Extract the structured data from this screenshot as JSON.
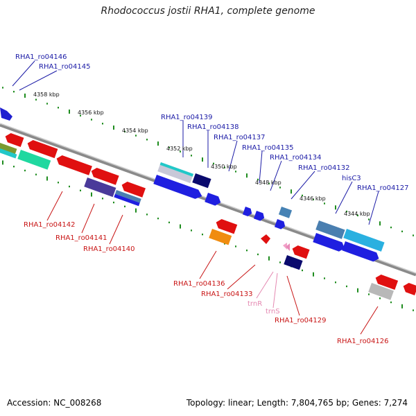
{
  "title": "Rhodococcus jostii RHA1, complete genome",
  "footer": {
    "accession": "Accession: NC_008268",
    "summary": "Topology: linear; Length: 7,804,765 bp; Genes: 7,274"
  },
  "colors": {
    "backbone": "#8a8a8a",
    "ticks": "#1e8c1e",
    "forward_label": "#1a1aa6",
    "reverse_label": "#c81414",
    "trna_label": "#e487b0"
  },
  "ticks": [
    "4358 kbp",
    "4356 kbp",
    "4354 kbp",
    "4352 kbp",
    "4350 kbp",
    "4348 kbp",
    "4346 kbp",
    "4344 kbp"
  ],
  "labels": {
    "forward": [
      "RHA1_ro04146",
      "RHA1_ro04145",
      "RHA1_ro04139",
      "RHA1_ro04138",
      "RHA1_ro04137",
      "RHA1_ro04135",
      "RHA1_ro04134",
      "RHA1_ro04132",
      "hisC3",
      "RHA1_ro04127"
    ],
    "reverse": [
      "RHA1_ro04142",
      "RHA1_ro04141",
      "RHA1_ro04140",
      "RHA1_ro04136",
      "RHA1_ro04133",
      "RHA1_ro04129",
      "RHA1_ro04126"
    ],
    "trna": [
      "trnR",
      "trnS"
    ]
  }
}
